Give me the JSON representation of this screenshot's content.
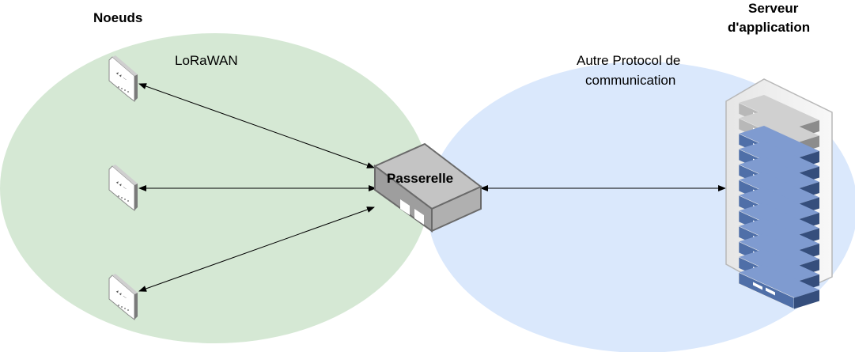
{
  "labels": {
    "nodes": "Noeuds",
    "lorawan": "LoRaWAN",
    "server_line1": "Serveur",
    "server_line2": "d'application",
    "other_line1": "Autre Protocol de",
    "other_line2": "communication",
    "gateway": "Passerelle"
  },
  "colors": {
    "lorawan_zone": "#d5e8d4",
    "other_zone": "#dae8fc",
    "gateway_top": "#c8c8c8",
    "gateway_side": "#a0a0a0",
    "server_blue": "#4f6fa8",
    "server_gray": "#b8b8b8"
  },
  "icons": {
    "node": "lora-node-icon",
    "gateway": "gateway-icon",
    "server": "server-rack-icon"
  },
  "connections": [
    {
      "from": "node-1",
      "to": "gateway",
      "style": "bidirectional-arrow"
    },
    {
      "from": "node-2",
      "to": "gateway",
      "style": "bidirectional-arrow"
    },
    {
      "from": "node-3",
      "to": "gateway",
      "style": "bidirectional-arrow"
    },
    {
      "from": "gateway",
      "to": "server",
      "style": "bidirectional-arrow"
    }
  ]
}
